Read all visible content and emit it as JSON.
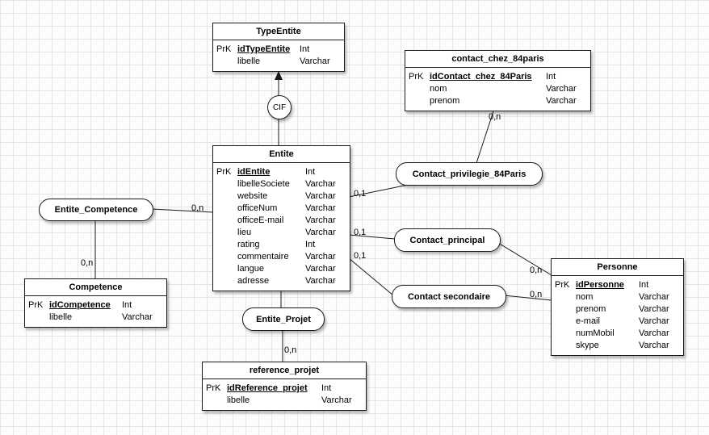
{
  "diagram": {
    "cif": {
      "label": "CIF"
    },
    "entities": [
      {
        "title": "TypeEntite",
        "rows": [
          {
            "prk": "PrK",
            "name": "idTypeEntite",
            "pk": true,
            "type": "Int"
          },
          {
            "prk": "",
            "name": "libelle",
            "pk": false,
            "type": "Varchar"
          }
        ]
      },
      {
        "title": "contact_chez_84paris",
        "rows": [
          {
            "prk": "PrK",
            "name": "idContact_chez_84Paris",
            "pk": true,
            "type": "Int"
          },
          {
            "prk": "",
            "name": "nom",
            "pk": false,
            "type": "Varchar"
          },
          {
            "prk": "",
            "name": "prenom",
            "pk": false,
            "type": "Varchar"
          }
        ]
      },
      {
        "title": "Entite",
        "rows": [
          {
            "prk": "PrK",
            "name": "idEntite",
            "pk": true,
            "type": "Int"
          },
          {
            "prk": "",
            "name": "libelleSociete",
            "pk": false,
            "type": "Varchar"
          },
          {
            "prk": "",
            "name": "website",
            "pk": false,
            "type": "Varchar"
          },
          {
            "prk": "",
            "name": "officeNum",
            "pk": false,
            "type": "Varchar"
          },
          {
            "prk": "",
            "name": "officeE-mail",
            "pk": false,
            "type": "Varchar"
          },
          {
            "prk": "",
            "name": "lieu",
            "pk": false,
            "type": "Varchar"
          },
          {
            "prk": "",
            "name": "rating",
            "pk": false,
            "type": "Int"
          },
          {
            "prk": "",
            "name": "commentaire",
            "pk": false,
            "type": "Varchar"
          },
          {
            "prk": "",
            "name": "langue",
            "pk": false,
            "type": "Varchar"
          },
          {
            "prk": "",
            "name": "adresse",
            "pk": false,
            "type": "Varchar"
          }
        ]
      },
      {
        "title": "Competence",
        "rows": [
          {
            "prk": "PrK",
            "name": "idCompetence",
            "pk": true,
            "type": "Int"
          },
          {
            "prk": "",
            "name": "libelle",
            "pk": false,
            "type": "Varchar"
          }
        ]
      },
      {
        "title": "Personne",
        "rows": [
          {
            "prk": "PrK",
            "name": "idPersonne",
            "pk": true,
            "type": "Int"
          },
          {
            "prk": "",
            "name": "nom",
            "pk": false,
            "type": "Varchar"
          },
          {
            "prk": "",
            "name": "prenom",
            "pk": false,
            "type": "Varchar"
          },
          {
            "prk": "",
            "name": "e-mail",
            "pk": false,
            "type": "Varchar"
          },
          {
            "prk": "",
            "name": "numMobil",
            "pk": false,
            "type": "Varchar"
          },
          {
            "prk": "",
            "name": "skype",
            "pk": false,
            "type": "Varchar"
          }
        ]
      },
      {
        "title": "reference_projet",
        "rows": [
          {
            "prk": "PrK",
            "name": "idReference_projet",
            "pk": true,
            "type": "Int"
          },
          {
            "prk": "",
            "name": "libelle",
            "pk": false,
            "type": "Varchar"
          }
        ]
      }
    ],
    "relations": [
      {
        "label": "Entite_Competence"
      },
      {
        "label": "Contact_privilegie_84Paris"
      },
      {
        "label": "Contact_principal"
      },
      {
        "label": "Contact secondaire"
      },
      {
        "label": "Entite_Projet"
      }
    ],
    "cardinalities": {
      "contact_chez": "0,n",
      "entite_privilegie": "0,1",
      "entite_principal": "0,1",
      "entite_secondaire": "0,1",
      "entite_competence": "0,n",
      "competence": "0,n",
      "personne_principal": "0,n",
      "personne_secondaire": "0,n",
      "entite_projet": "0,n"
    }
  }
}
